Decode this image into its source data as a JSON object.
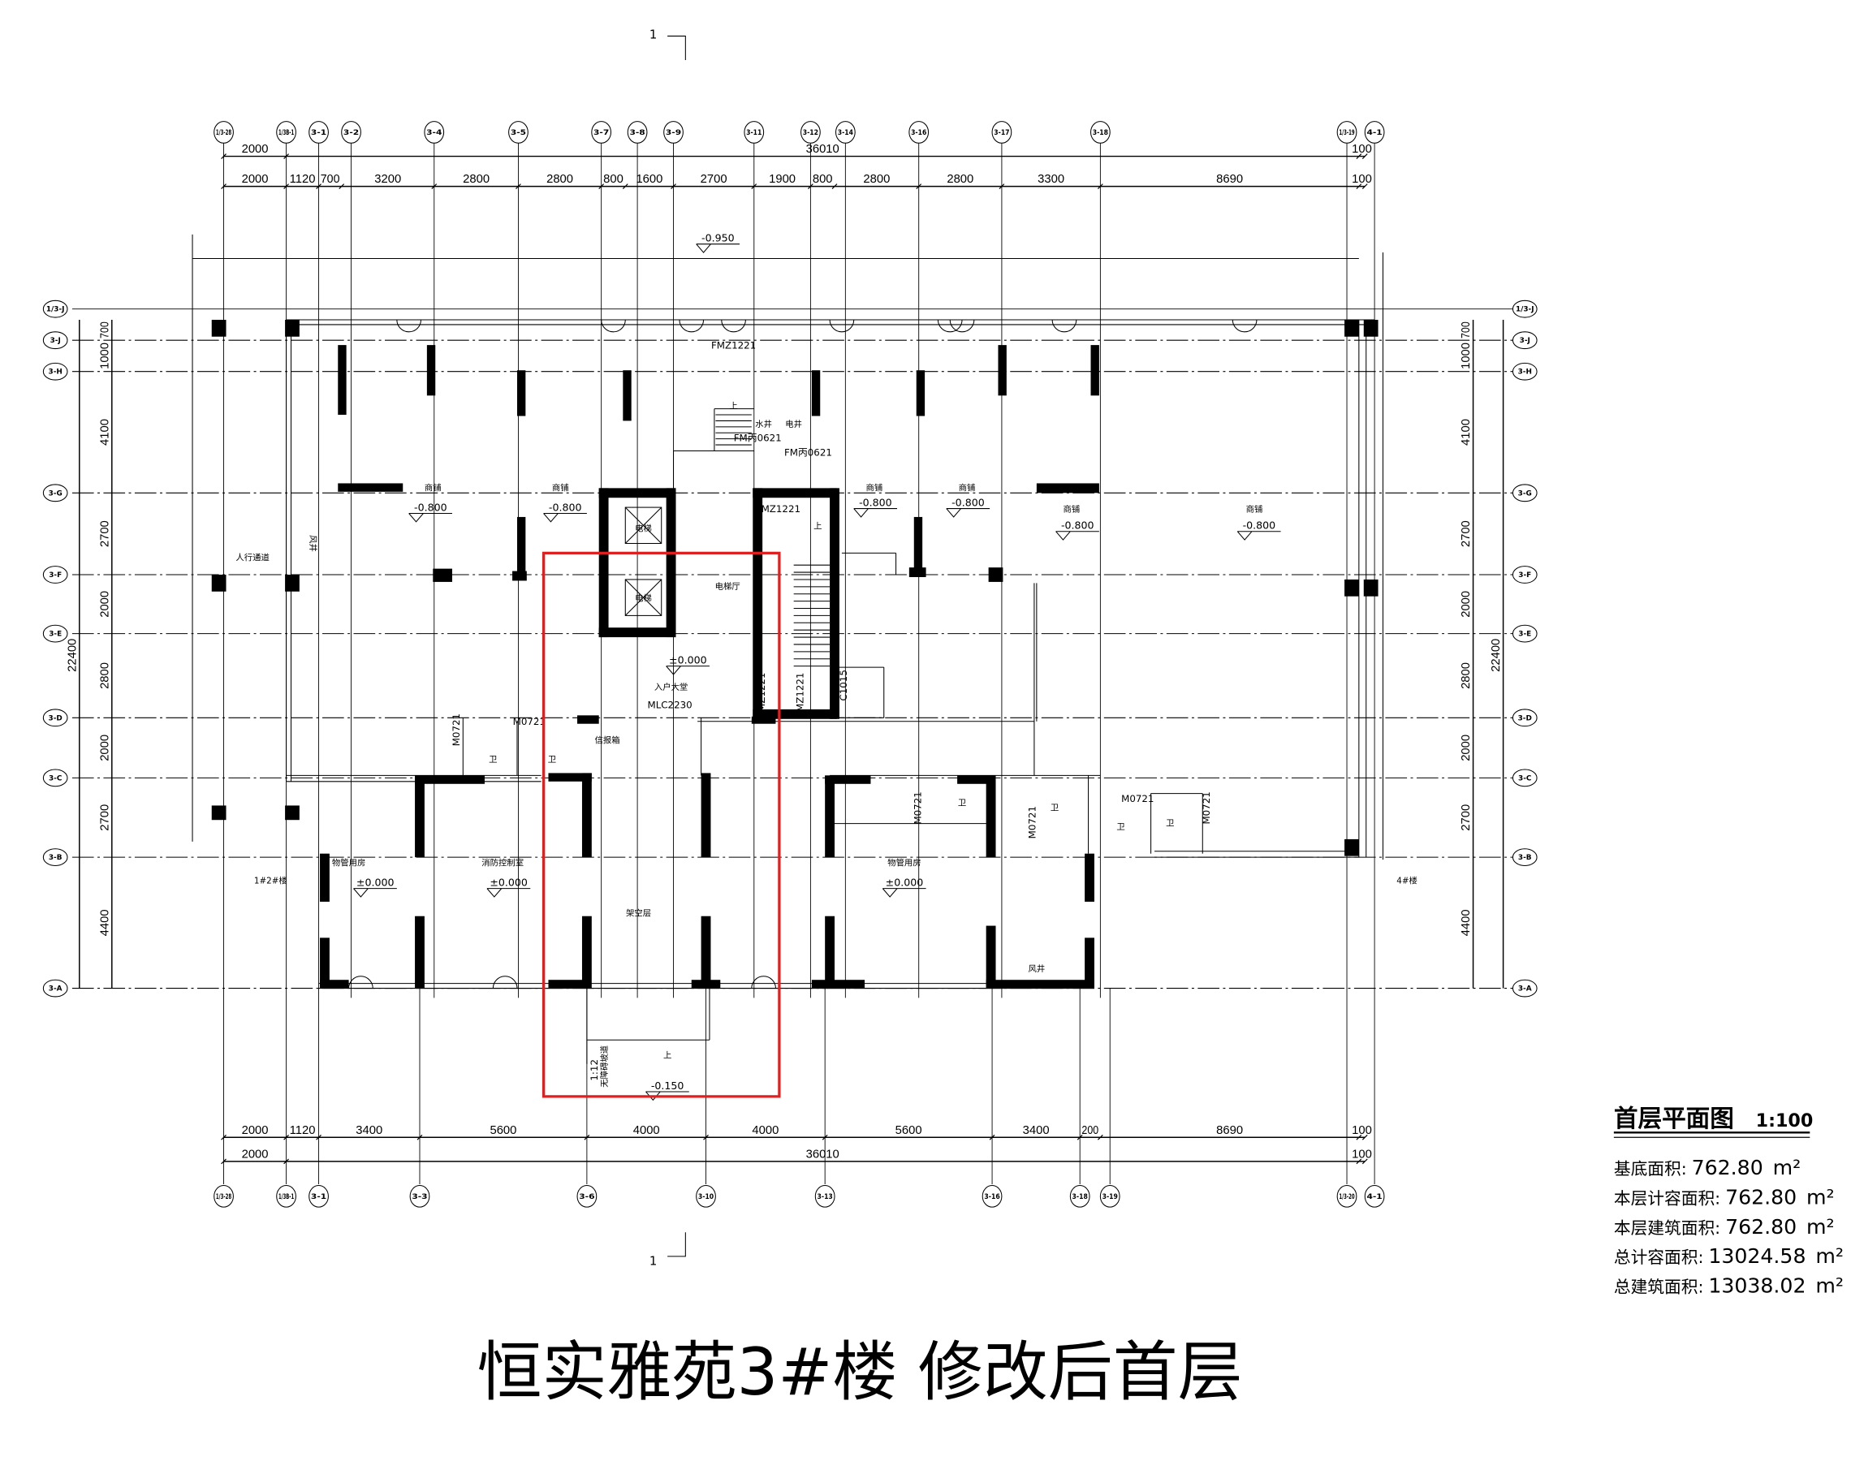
{
  "title": "恒实雅苑3#楼 修改后首层",
  "legend": {
    "title": "首层平面图",
    "scale": "1:100",
    "rows": [
      {
        "label": "基底面积:",
        "value": "762.80",
        "unit": "m²"
      },
      {
        "label": "本层计容面积:",
        "value": "762.80",
        "unit": "m²"
      },
      {
        "label": "本层建筑面积:",
        "value": "762.80",
        "unit": "m²"
      },
      {
        "label": "总计容面积:",
        "value": "13024.58",
        "unit": "m²"
      },
      {
        "label": "总建筑面积:",
        "value": "13038.02",
        "unit": "m²"
      }
    ]
  },
  "section_mark": "1",
  "axes": {
    "top": [
      "1/3-28",
      "1/3B-1",
      "3-1",
      "3-2",
      "3-4",
      "3-5",
      "3-7",
      "3-8",
      "3-9",
      "3-11",
      "3-12",
      "3-14",
      "3-16",
      "3-17",
      "3-18",
      "1/3-19",
      "4-1"
    ],
    "bottom": [
      "1/3-28",
      "1/3B-1",
      "3-1",
      "3-3",
      "3-6",
      "3-10",
      "3-13",
      "3-16",
      "3-18",
      "3-19",
      "1/3-20",
      "4-1"
    ],
    "rows": [
      "1/3-J",
      "3-J",
      "3-H",
      "3-G",
      "3-F",
      "3-E",
      "3-D",
      "3-C",
      "3-B",
      "3-A"
    ]
  },
  "dimensions": {
    "top_outer": [
      "2000",
      "36010",
      "100"
    ],
    "top_inner": [
      "2000",
      "1120",
      "700",
      "3200",
      "2800",
      "2800",
      "800",
      "1600",
      "2700",
      "1900",
      "800",
      "2800",
      "2800",
      "3300",
      "8690",
      "100"
    ],
    "bottom_inner": [
      "2000",
      "1120",
      "3400",
      "5600",
      "4000",
      "4000",
      "5600",
      "3400",
      "200",
      "8690",
      "100"
    ],
    "bottom_outer": [
      "2000",
      "36010",
      "100"
    ],
    "side_inner": [
      "700",
      "1000",
      "4100",
      "2700",
      "2000",
      "2800",
      "2000",
      "2700",
      "4400"
    ],
    "side_total": "22400"
  },
  "rooms": [
    "商铺",
    "商铺",
    "商铺",
    "商铺",
    "商铺",
    "商铺",
    "风井",
    "人行通道",
    "电梯",
    "电梯",
    "电梯厅",
    "水井",
    "电井",
    "入户大堂",
    "信报箱",
    "卫",
    "卫",
    "物管用房",
    "消防控制室",
    "架空层",
    "物管用房",
    "卫",
    "卫",
    "卫",
    "卫",
    "风井",
    "1#2#楼",
    "4#楼",
    "无障碍坡道",
    "上",
    "上",
    "上"
  ],
  "elevations": [
    "-0.950",
    "-0.800",
    "-0.800",
    "-0.800",
    "-0.800",
    "-0.800",
    "-0.800",
    "±0.000",
    "±0.000",
    "±0.000",
    "±0.000",
    "-0.150"
  ],
  "door_codes": [
    "FMZ1221",
    "FM丙0621",
    "FM丙0621",
    "FMZ1221",
    "MLC2230",
    "FMZ1221",
    "FMZ1221",
    "C1015",
    "M0721",
    "M0721",
    "M0721",
    "M0721",
    "M0721",
    "M0721",
    "1:12"
  ],
  "highlight_color": "#e02020"
}
